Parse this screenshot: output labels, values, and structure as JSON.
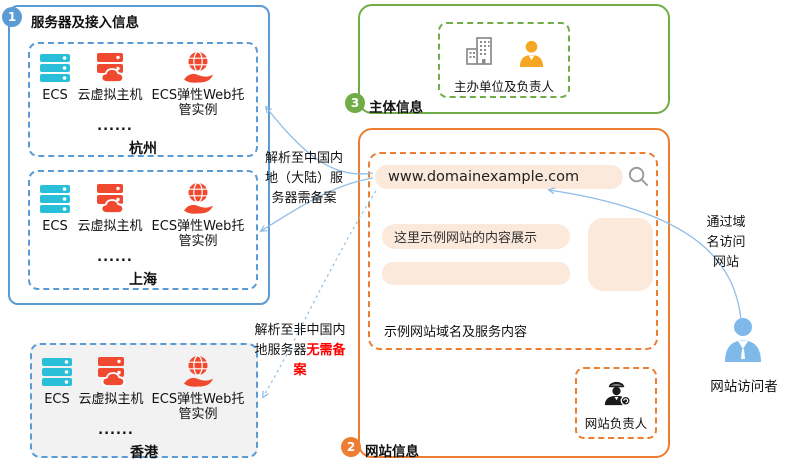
{
  "server_section": {
    "badge": "1",
    "title": "服务器及接入信息",
    "items": [
      "ECS",
      "云虚拟主机",
      "ECS弹性Web托管实例"
    ],
    "ellipsis": "......",
    "regions": [
      "杭州",
      "上海",
      "香港"
    ]
  },
  "subject_section": {
    "badge": "3",
    "title": "主体信息",
    "card_label": "主办单位及负责人"
  },
  "website_section": {
    "badge": "2",
    "title": "网站信息",
    "address": "www.domainexample.com",
    "content_text": "这里示例网站的内容展示",
    "caption": "示例网站域名及服务内容",
    "owner_label": "网站负责人"
  },
  "annotations": {
    "mainland": "解析至中国内地（大陆）服务器需备案",
    "overseas_prefix": "解析至非中国内地服务器",
    "overseas_red": "无需备案",
    "access": "通过域名访问网站"
  },
  "visitor": {
    "label": "网站访问者"
  },
  "colors": {
    "blue": "#5B9BD5",
    "green": "#70AD47",
    "orange": "#ED7D31",
    "icon_red": "#F0492F",
    "icon_cyan": "#29BFD9",
    "peach_fill": "#FBE9DC",
    "person_orange": "#F5A623",
    "visitor_blue": "#7FB9EA",
    "arrow_blue": "#8FBCE6",
    "note_red": "#FF0000",
    "hongkong_bg": "#F2F2F2"
  }
}
